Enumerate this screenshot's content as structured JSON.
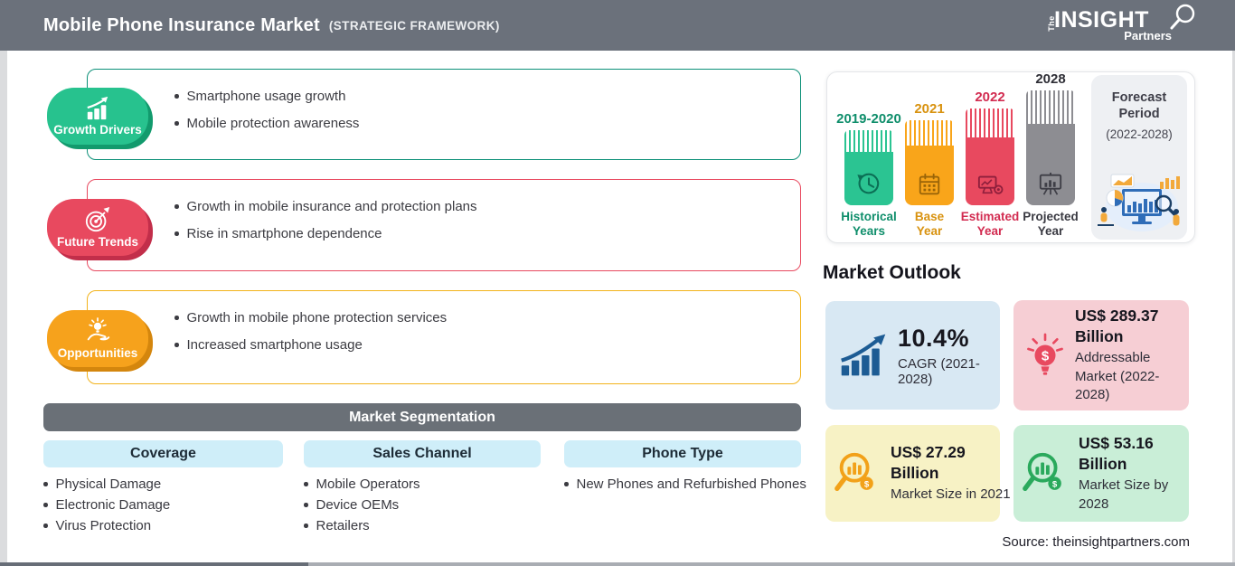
{
  "header": {
    "title": "Mobile Phone Insurance Market",
    "subtitle": "(STRATEGIC FRAMEWORK)",
    "logo": {
      "the": "The",
      "insight": "INSIGHT",
      "partners": "Partners"
    }
  },
  "drivers": [
    {
      "label": "Growth Drivers",
      "icon": "growth-chart-icon",
      "color": "#27c28e",
      "bullets": [
        "Smartphone usage growth",
        "Mobile protection awareness"
      ]
    },
    {
      "label": "Future Trends",
      "icon": "target-icon",
      "color": "#e8495f",
      "bullets": [
        "Growth in mobile insurance and protection plans",
        "Rise in smartphone dependence"
      ]
    },
    {
      "label": "Opportunities",
      "icon": "hand-bulb-icon",
      "color": "#f6a21c",
      "bullets": [
        "Growth in mobile phone protection services",
        "Increased smartphone usage"
      ]
    }
  ],
  "segmentation": {
    "title": "Market Segmentation",
    "columns": [
      {
        "header": "Coverage",
        "items": [
          "Physical Damage",
          "Electronic Damage",
          "Virus Protection"
        ]
      },
      {
        "header": "Sales Channel",
        "items": [
          "Mobile Operators",
          "Device OEMs",
          "Retailers"
        ]
      },
      {
        "header": "Phone Type",
        "items": [
          "New Phones and Refurbished Phones"
        ]
      }
    ]
  },
  "timeline": {
    "bars": [
      {
        "year": "2019-2020",
        "caption1": "Historical",
        "caption2": "Years",
        "color": "#2bc492",
        "icon": "history-clock-icon"
      },
      {
        "year": "2021",
        "caption1": "Base",
        "caption2": "Year",
        "color": "#f9a51a",
        "icon": "calendar-icon"
      },
      {
        "year": "2022",
        "caption1": "Estimated",
        "caption2": "Year",
        "color": "#e8495f",
        "icon": "monitor-gear-icon"
      },
      {
        "year": "2028",
        "caption1": "Projected",
        "caption2": "Year",
        "color": "#8d8d92",
        "icon": "projection-screen-icon"
      }
    ],
    "forecast": {
      "line1": "Forecast",
      "line2": "Period",
      "line3": "(2022-2028)"
    }
  },
  "outlook": {
    "title": "Market Outlook",
    "cards": [
      {
        "value": "10.4%",
        "desc": "CAGR (2021-2028)",
        "bg": "#d8e8f3",
        "icon": "growth-arrow-icon"
      },
      {
        "value": "US$ 289.37 Billion",
        "desc": "Addressable Market (2022-2028)",
        "bg": "#f6ced4",
        "icon": "bulb-dollar-icon"
      },
      {
        "value": "US$ 27.29 Billion",
        "desc": "Market Size in 2021",
        "bg": "#f7f2c5",
        "icon": "magnifier-chart-icon"
      },
      {
        "value": "US$ 53.16 Billion",
        "desc": "Market Size by 2028",
        "bg": "#c9eed7",
        "icon": "magnifier-chart-icon"
      }
    ],
    "source": "Source: theinsightpartners.com"
  },
  "chart_data": {
    "type": "bar",
    "title": "Strategic framework timeline",
    "categories": [
      "Historical Years",
      "Base Year",
      "Estimated Year",
      "Projected Year"
    ],
    "tick_labels": [
      "2019-2020",
      "2021",
      "2022",
      "2028"
    ],
    "values_relative": [
      83,
      94,
      107,
      127
    ],
    "annotations": [
      "Forecast Period (2022-2028)"
    ],
    "metrics": {
      "cagr_2021_2028": "10.4%",
      "addressable_market_2022_2028": "US$ 289.37 Billion",
      "market_size_2021": "US$ 27.29 Billion",
      "market_size_2028": "US$ 53.16 Billion"
    }
  }
}
